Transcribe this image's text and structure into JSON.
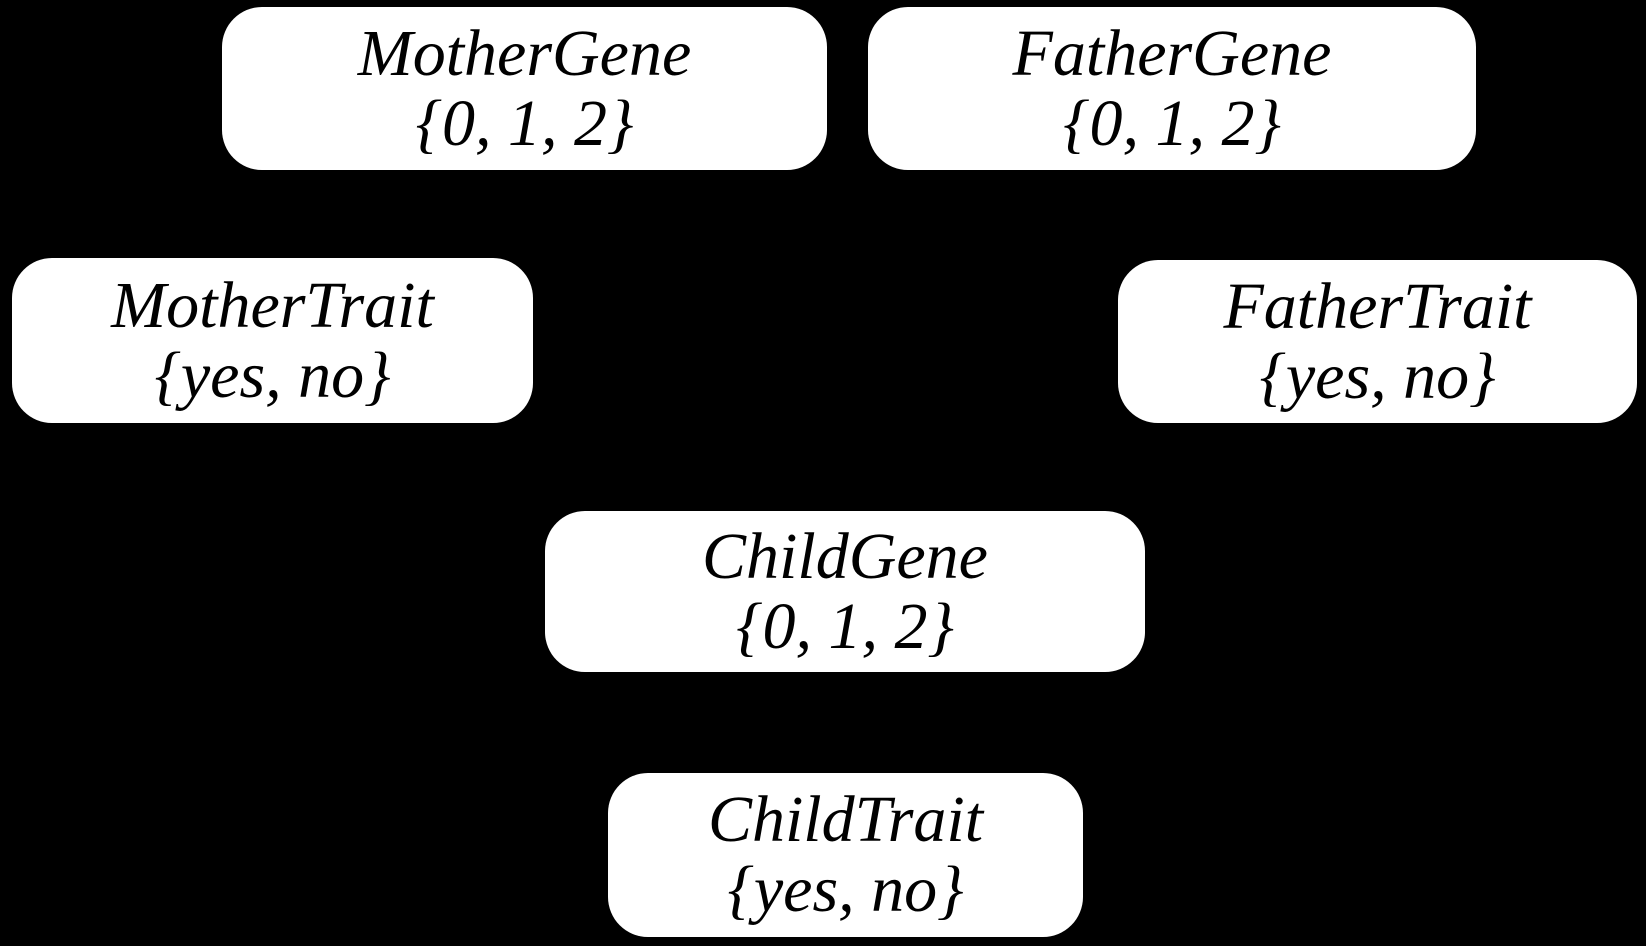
{
  "diagram": {
    "kind": "bayesian-network",
    "colors": {
      "background": "#000000",
      "node_fill": "#ffffff",
      "node_text": "#000000"
    }
  },
  "nodes": {
    "mother_gene": {
      "label": "MotherGene",
      "values": "{0, 1, 2}"
    },
    "father_gene": {
      "label": "FatherGene",
      "values": "{0, 1, 2}"
    },
    "mother_trait": {
      "label": "MotherTrait",
      "values": "{yes, no}"
    },
    "father_trait": {
      "label": "FatherTrait",
      "values": "{yes, no}"
    },
    "child_gene": {
      "label": "ChildGene",
      "values": "{0, 1, 2}"
    },
    "child_trait": {
      "label": "ChildTrait",
      "values": "{yes, no}"
    }
  }
}
